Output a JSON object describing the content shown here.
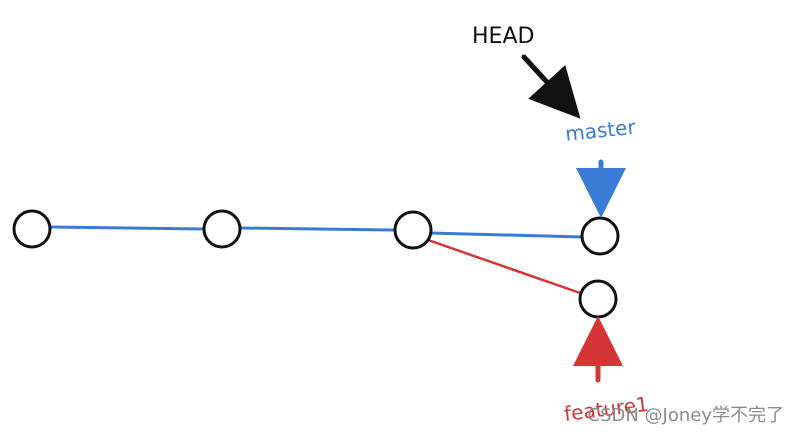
{
  "labels": {
    "head": "HEAD",
    "master": "master",
    "feature": "feature1"
  },
  "watermark": "CSDN @Joney学不完了",
  "colors": {
    "main_line": "#3a7bd5",
    "branch_line": "#d63535",
    "head_arrow": "#111111",
    "master_label": "#3a7bd5",
    "feature_label": "#d63535",
    "node_stroke": "#111111",
    "node_fill": "#ffffff",
    "watermark": "#8a8a8a"
  },
  "nodes": [
    "commit-1",
    "commit-2",
    "commit-3",
    "master-commit",
    "feature1-commit"
  ]
}
